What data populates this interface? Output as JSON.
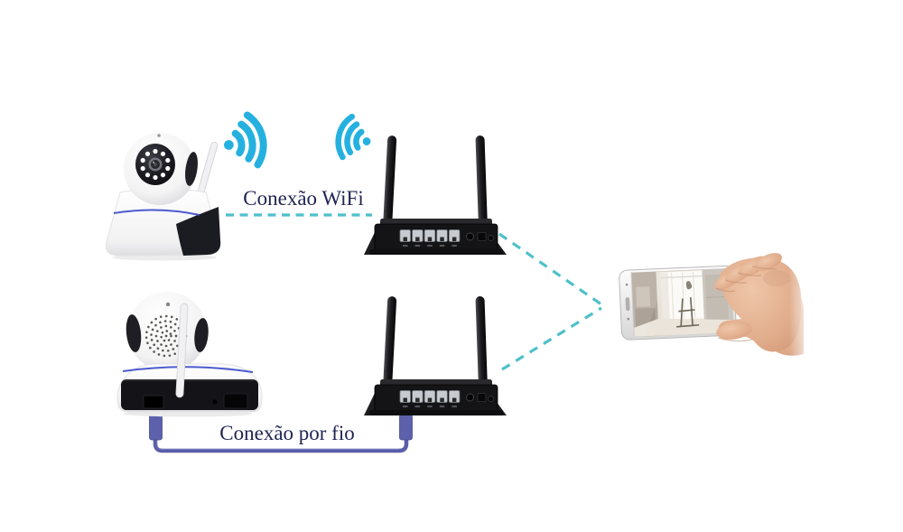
{
  "page": {
    "background_color": "#ffffff",
    "description": "IP camera connection diagram: WiFi and wired connection from cameras through routers to a smartphone"
  },
  "diagram": {
    "type": "network-connection-diagram",
    "labels": {
      "wifi_connection": "Conexão WiFi",
      "wired_connection": "Conexão por fio"
    },
    "colors": {
      "wifi_icon_cyan": "#25b1df",
      "dashed_link_teal": "#4fc0ca",
      "label_text_navy": "#1f2351",
      "ethernet_cable_purple": "#5a5ea9",
      "router_body_black": "#141417",
      "camera_body_white": "#f6f6f7",
      "camera_trim_blue": "#3949c8",
      "hand_skin": "#e3b294"
    },
    "nodes": [
      {
        "id": "ip-camera-front",
        "type": "ip-camera",
        "view": "front",
        "icon": "camera-front-icon"
      },
      {
        "id": "wifi-router-top",
        "type": "wireless-router",
        "antennas": 2,
        "lan_ports": 5,
        "icon": "router-icon"
      },
      {
        "id": "ip-camera-rear",
        "type": "ip-camera",
        "view": "rear",
        "icon": "camera-rear-icon"
      },
      {
        "id": "wifi-router-bottom",
        "type": "wireless-router",
        "antennas": 2,
        "lan_ports": 5,
        "icon": "router-icon"
      },
      {
        "id": "smartphone-in-hand",
        "type": "smartphone",
        "held_by": "hand",
        "screen_content": "live-room-view",
        "icon": "smartphone-icon"
      }
    ],
    "connections": [
      {
        "from": "ip-camera-front",
        "to": "wifi-router-top",
        "medium": "wifi",
        "style": "dashed",
        "label": "Conexão WiFi"
      },
      {
        "from": "ip-camera-rear",
        "to": "wifi-router-bottom",
        "medium": "ethernet",
        "style": "cable",
        "label": "Conexão por fio"
      },
      {
        "from": "wifi-router-top",
        "to": "smartphone-in-hand",
        "medium": "wireless",
        "style": "dashed"
      },
      {
        "from": "wifi-router-bottom",
        "to": "smartphone-in-hand",
        "medium": "wireless",
        "style": "dashed"
      }
    ]
  }
}
